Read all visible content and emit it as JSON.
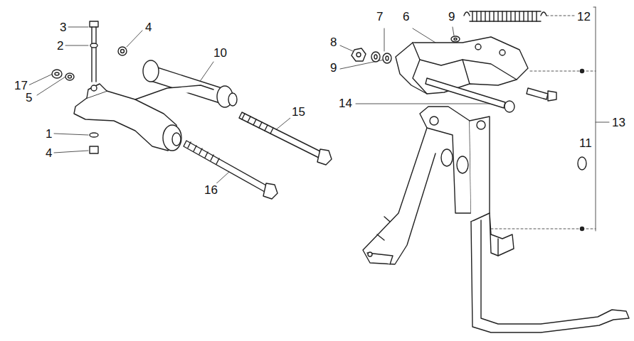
{
  "diagram": {
    "labels": [
      "3",
      "4",
      "2",
      "10",
      "17",
      "5",
      "1",
      "4",
      "15",
      "16",
      "7",
      "6",
      "9",
      "12",
      "8",
      "9",
      "14",
      "13",
      "11"
    ]
  }
}
